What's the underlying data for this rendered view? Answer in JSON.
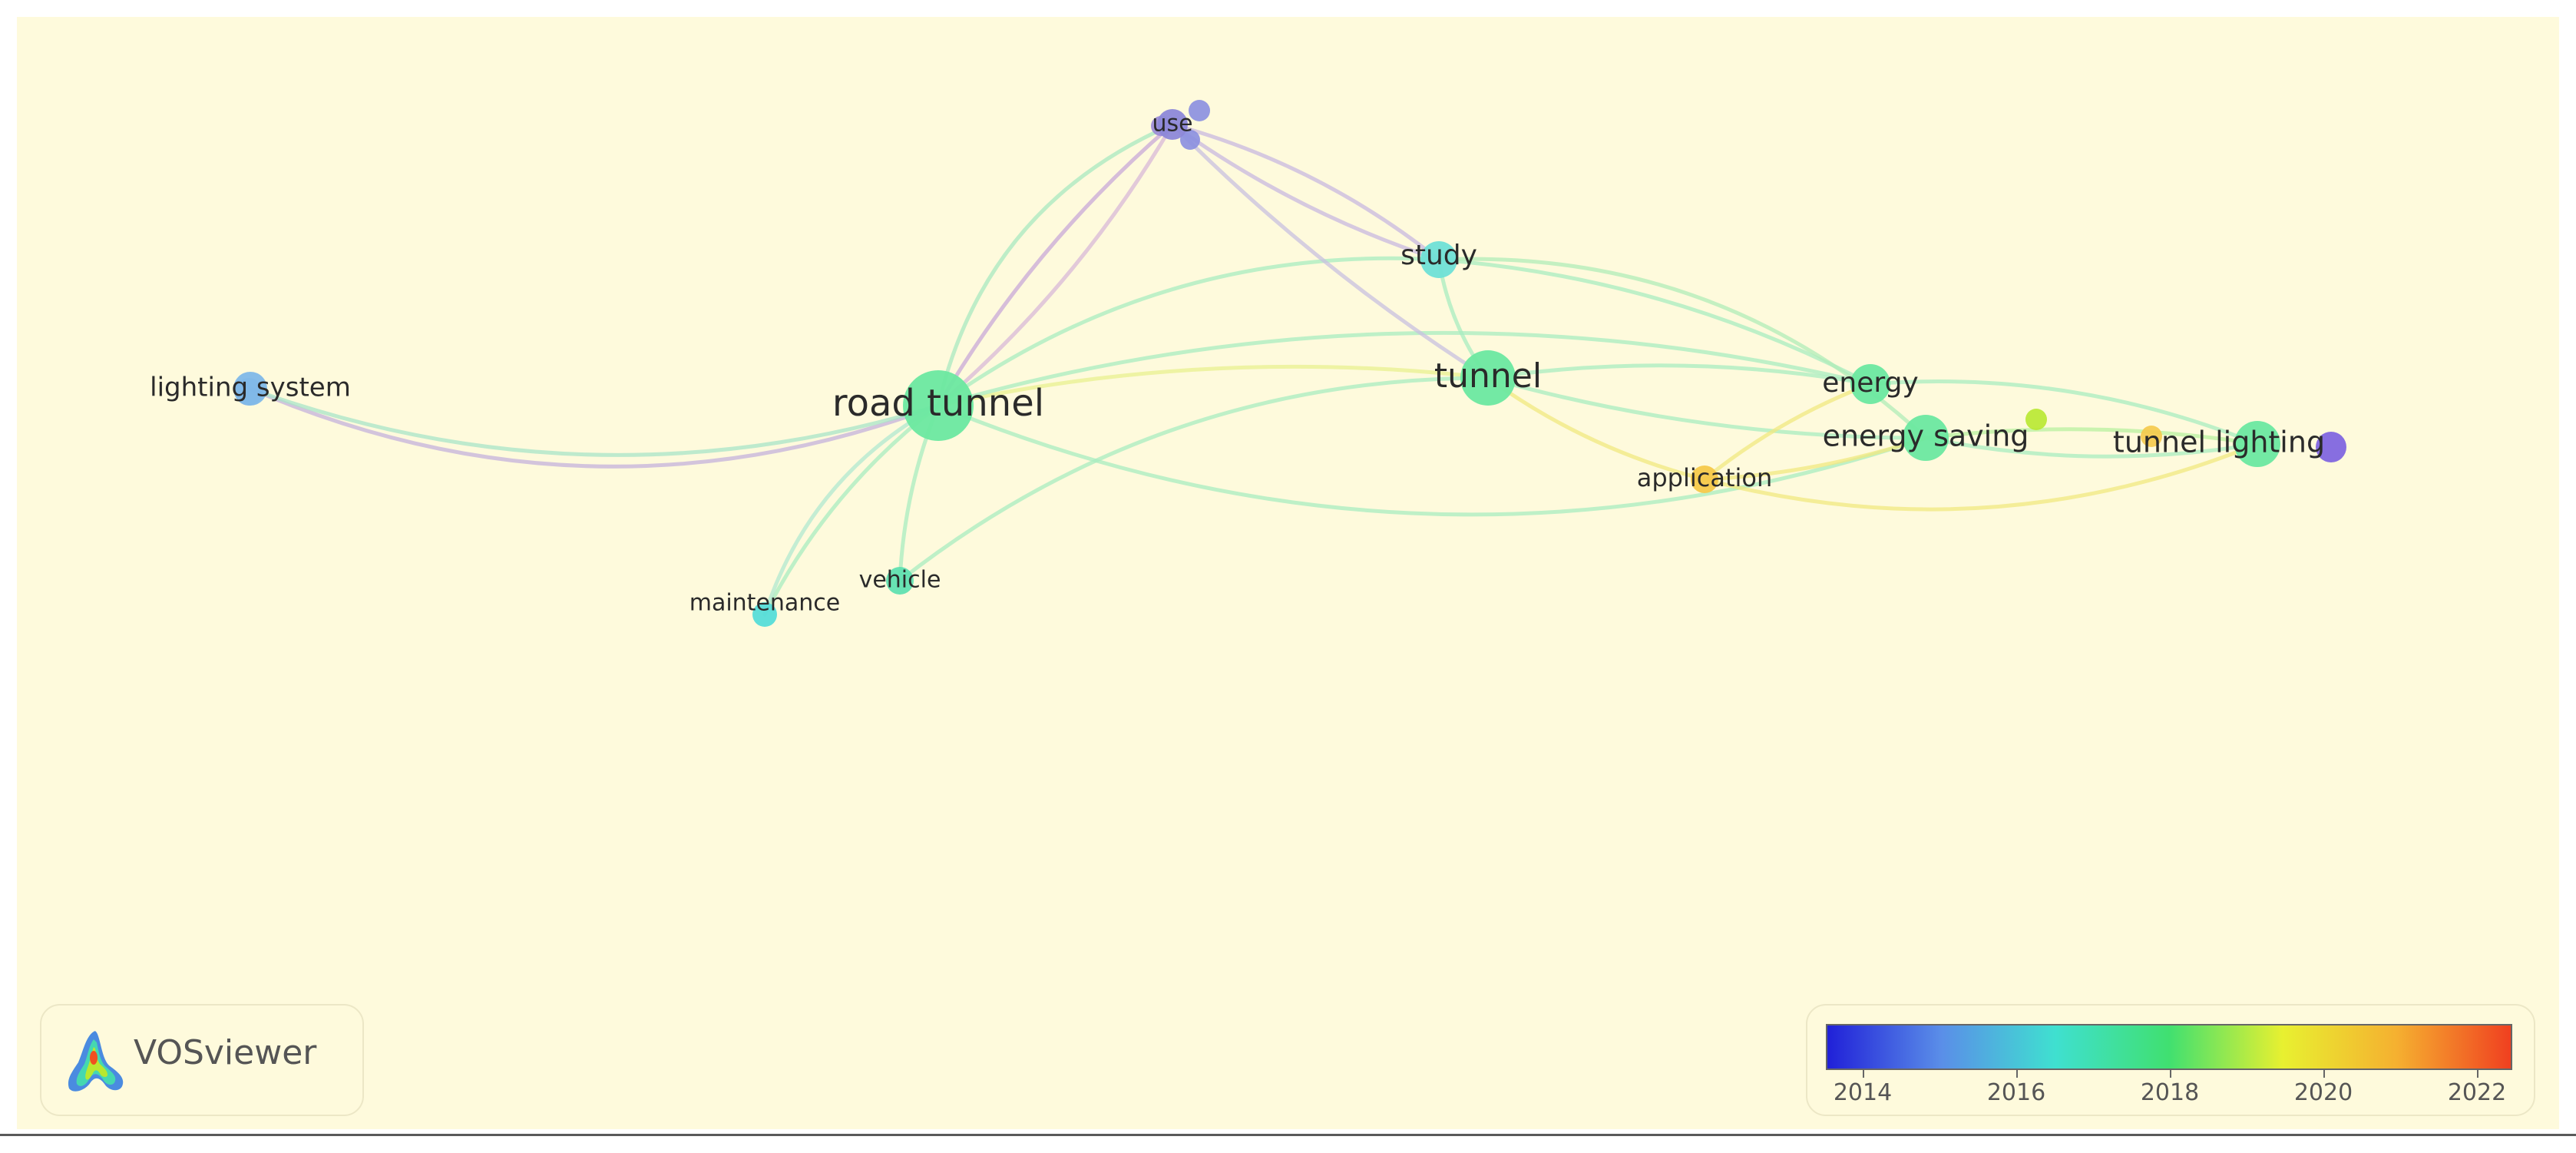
{
  "nodes": [
    {
      "id": "use",
      "label": "use",
      "color": "#8d88d8"
    },
    {
      "id": "study",
      "label": "study",
      "color": "#6fe0d6"
    },
    {
      "id": "lighting_system",
      "label": "lighting system",
      "color": "#7fb8e8"
    },
    {
      "id": "road_tunnel",
      "label": "road tunnel",
      "color": "#6be8a0"
    },
    {
      "id": "tunnel",
      "label": "tunnel",
      "color": "#6be8a0"
    },
    {
      "id": "energy",
      "label": "energy",
      "color": "#6be8a0"
    },
    {
      "id": "energy_saving",
      "label": "energy saving",
      "color": "#6be8a0"
    },
    {
      "id": "application",
      "label": "application",
      "color": "#f5c94a"
    },
    {
      "id": "tunnel_lighting",
      "label": "tunnel lighting",
      "color": "#6be8a0"
    },
    {
      "id": "maintenance",
      "label": "maintenance",
      "color": "#56ddd8"
    },
    {
      "id": "vehicle",
      "label": "vehicle",
      "color": "#60e0b0"
    }
  ],
  "logo": {
    "text": "VOSviewer",
    "icon": "vosviewer-logo-icon"
  },
  "legend": {
    "ticks": [
      "2014",
      "2016",
      "2018",
      "2020",
      "2022"
    ],
    "gradient_colors": [
      "#2020d8",
      "#5a8ee8",
      "#3fe0d0",
      "#40e070",
      "#e8f030",
      "#f5b030",
      "#f04020"
    ]
  }
}
